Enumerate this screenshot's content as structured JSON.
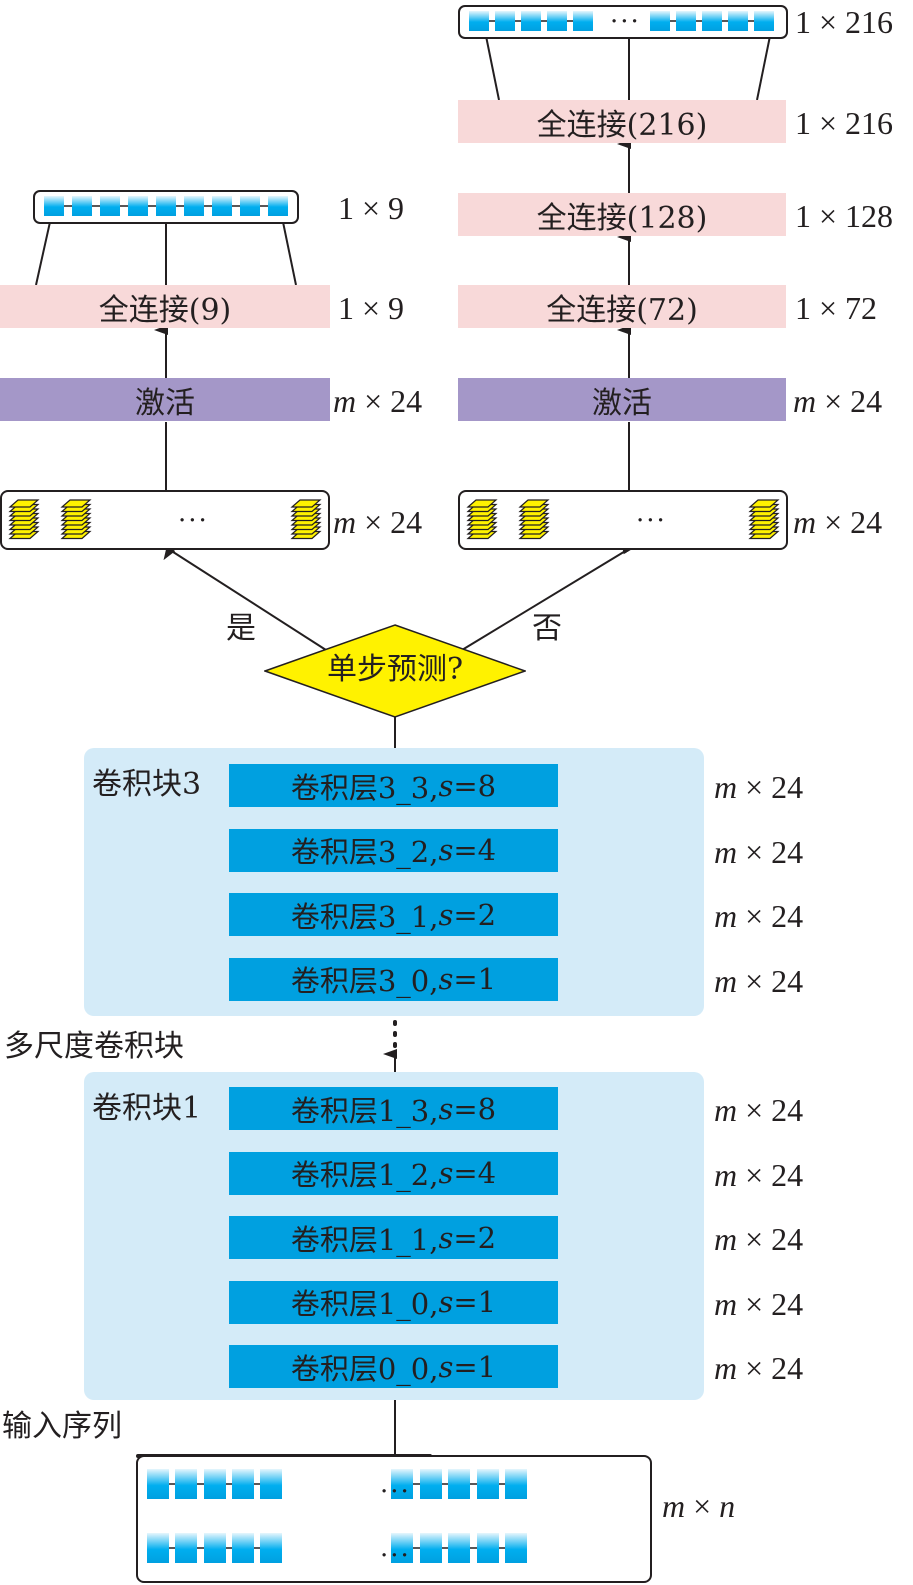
{
  "title": "Multi-scale convolution network with single/multi-step prediction heads",
  "colors": {
    "fully_connected": "#f8d9d9",
    "activation": "#a497c8",
    "conv_layer": "#00a0e0",
    "conv_block_bg": "#d4ebf8",
    "decision": "#fff200",
    "vector_cell": "#00aeef"
  },
  "left_branch": {
    "output_dim": "1 × 9",
    "fc": {
      "label": "全连接(9)",
      "dim": "1 × 9"
    },
    "activation": {
      "label": "激活",
      "dim_var": "m",
      "dim_rest": " × 24"
    },
    "features": {
      "dots": "···",
      "dim_var": "m",
      "dim_rest": " × 24"
    },
    "branch_label": "是"
  },
  "right_branch": {
    "output_dim": "1 × 216",
    "output_dots": "···",
    "fc": [
      {
        "label": "全连接(216)",
        "dim": "1 × 216"
      },
      {
        "label": "全连接(128)",
        "dim": "1 × 128"
      },
      {
        "label": "全连接(72)",
        "dim": "1 × 72"
      }
    ],
    "activation": {
      "label": "激活",
      "dim_var": "m",
      "dim_rest": " × 24"
    },
    "features": {
      "dots": "···",
      "dim_var": "m",
      "dim_rest": " × 24"
    },
    "branch_label": "否"
  },
  "decision": {
    "label": "单步预测?"
  },
  "multi_scale_label": "多尺度卷积块",
  "block3": {
    "label": "卷积块3",
    "layers": [
      {
        "name": "卷积层3_3,",
        "s_var": "s",
        "s_val": "=8",
        "dim_var": "m",
        "dim_rest": " × 24"
      },
      {
        "name": "卷积层3_2,",
        "s_var": "s",
        "s_val": "=4",
        "dim_var": "m",
        "dim_rest": " × 24"
      },
      {
        "name": "卷积层3_1,",
        "s_var": "s",
        "s_val": "=2",
        "dim_var": "m",
        "dim_rest": " × 24"
      },
      {
        "name": "卷积层3_0,",
        "s_var": "s",
        "s_val": "=1",
        "dim_var": "m",
        "dim_rest": " × 24"
      }
    ]
  },
  "block1": {
    "label": "卷积块1",
    "layers": [
      {
        "name": "卷积层1_3,",
        "s_var": "s",
        "s_val": "=8",
        "dim_var": "m",
        "dim_rest": " × 24"
      },
      {
        "name": "卷积层1_2,",
        "s_var": "s",
        "s_val": "=4",
        "dim_var": "m",
        "dim_rest": " × 24"
      },
      {
        "name": "卷积层1_1,",
        "s_var": "s",
        "s_val": "=2",
        "dim_var": "m",
        "dim_rest": " × 24"
      },
      {
        "name": "卷积层1_0,",
        "s_var": "s",
        "s_val": "=1",
        "dim_var": "m",
        "dim_rest": " × 24"
      },
      {
        "name": "卷积层0_0,",
        "s_var": "s",
        "s_val": "=1",
        "dim_var": "m",
        "dim_rest": " × 24"
      }
    ]
  },
  "input": {
    "label": "输入序列",
    "dots": "···",
    "dim_var": "m",
    "dim_rest": " × ",
    "dim_var2": "n"
  }
}
